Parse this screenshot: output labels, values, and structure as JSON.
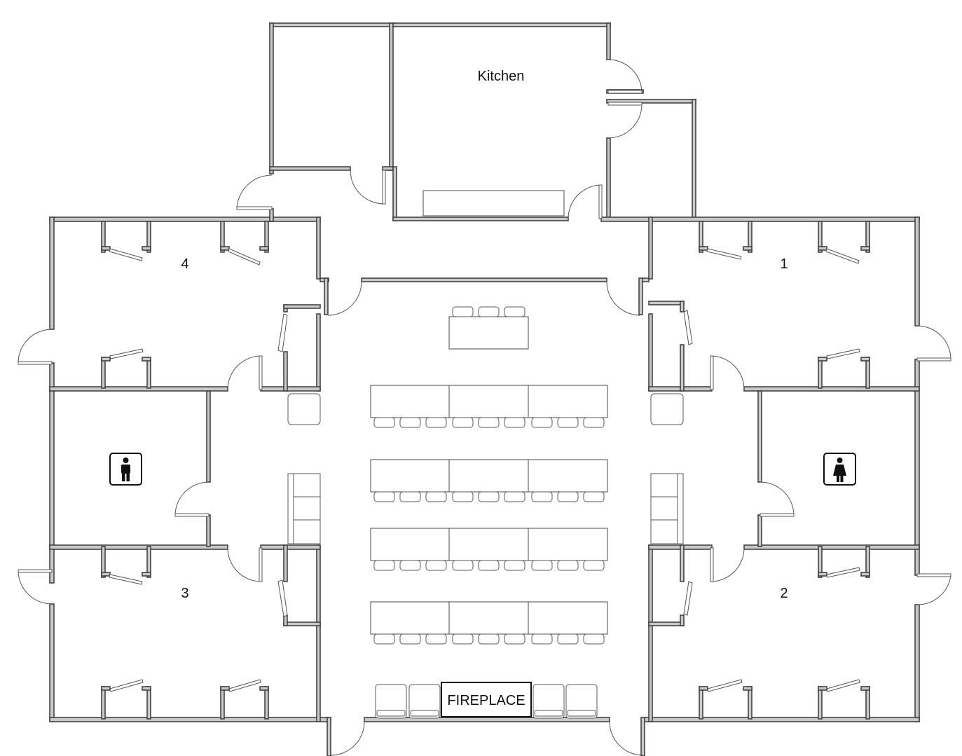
{
  "rooms": {
    "kitchen": "Kitchen",
    "room1": "1",
    "room2": "2",
    "room3": "3",
    "room4": "4"
  },
  "fireplace": "FIREPLACE",
  "restrooms": {
    "mens_icon": "man-restroom-icon",
    "womens_icon": "woman-restroom-icon"
  },
  "colors": {
    "wall_fill": "#c9c9c9",
    "wall_stroke": "#3a3a3a",
    "icon": "#111111"
  }
}
